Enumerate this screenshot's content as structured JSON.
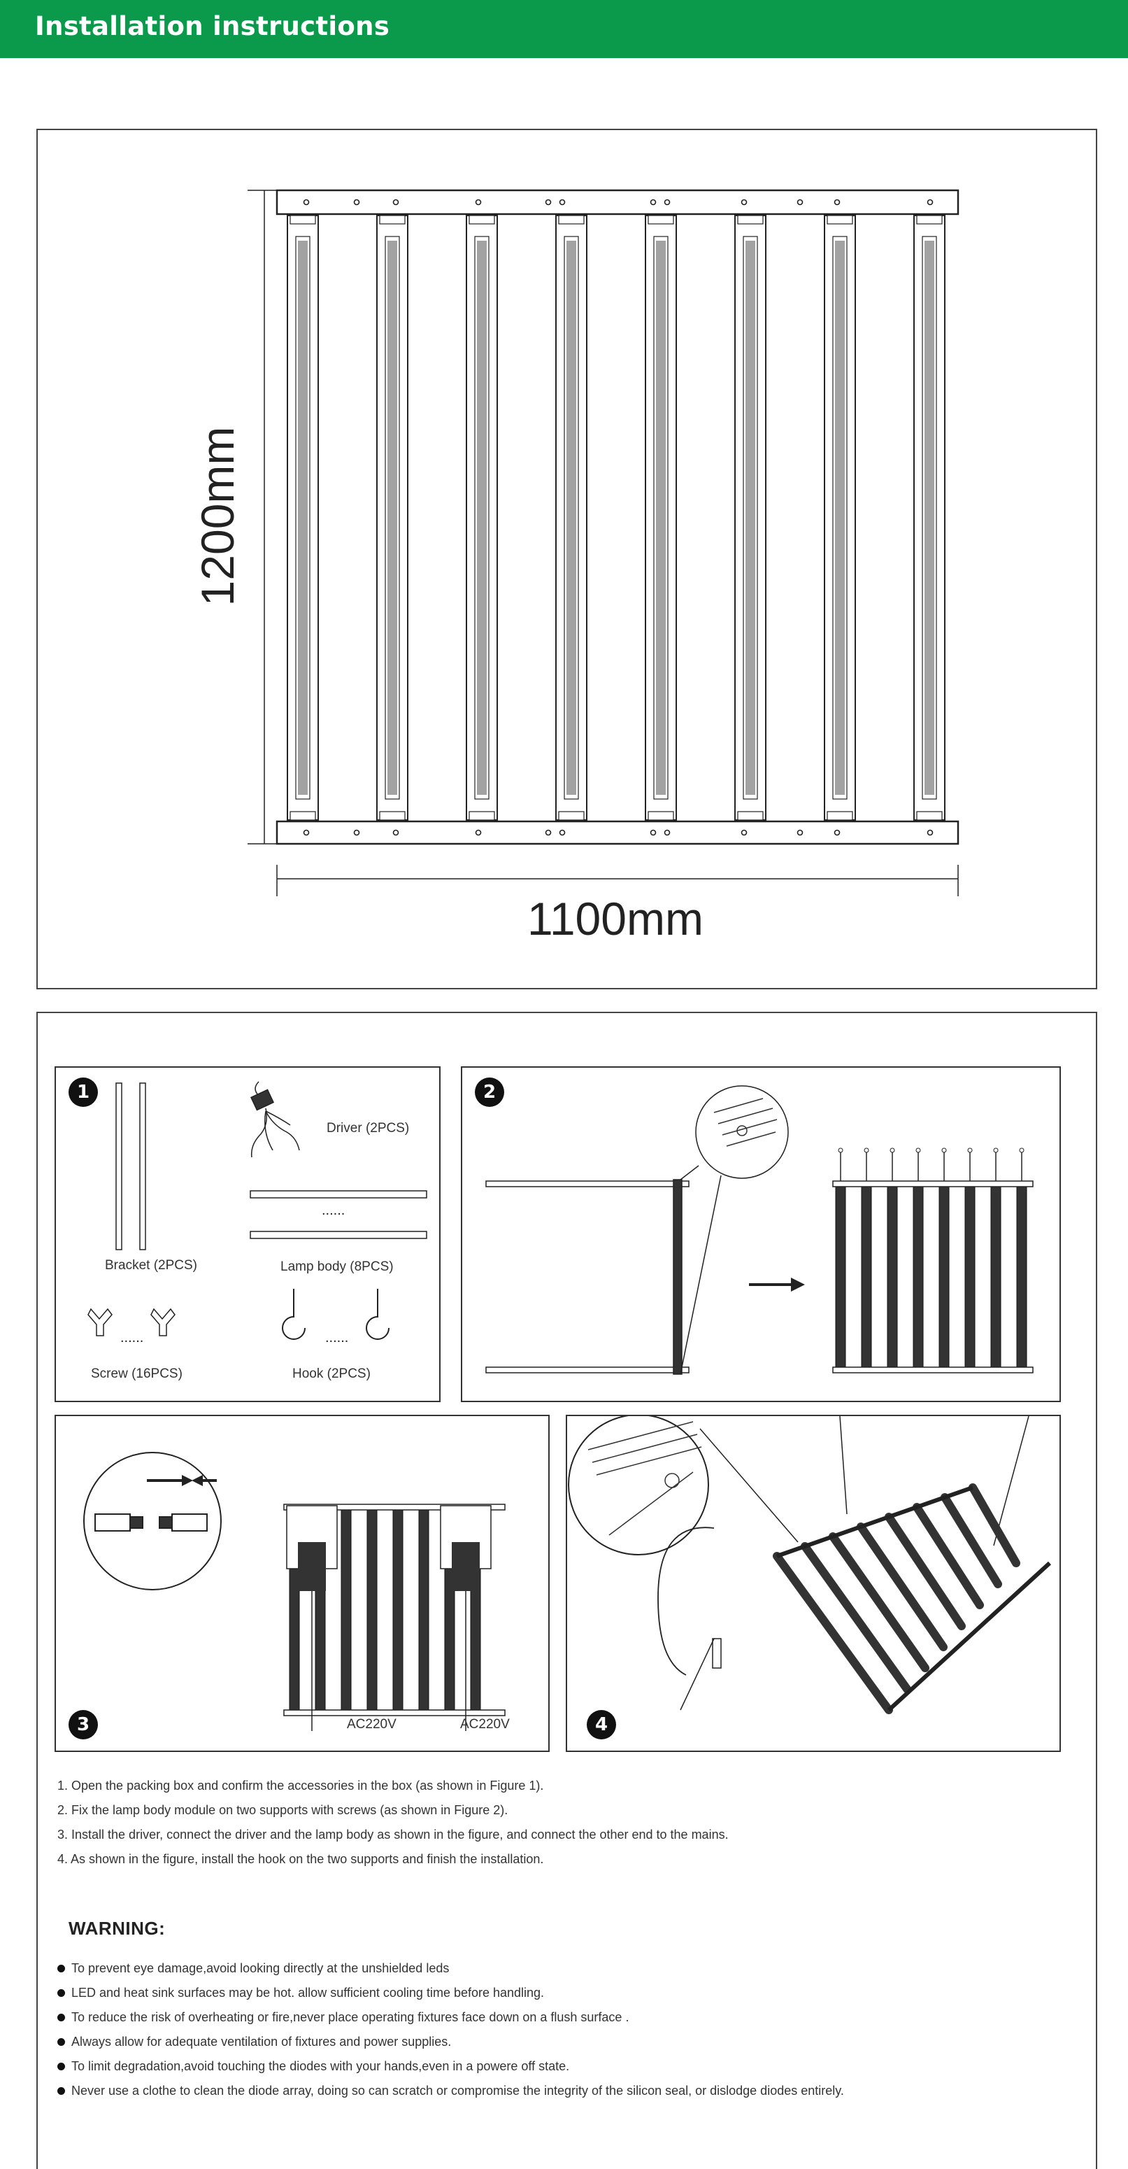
{
  "header": {
    "title": "Installation instructions"
  },
  "dimensions": {
    "height": "1200mm",
    "width": "1100mm"
  },
  "figure1": {
    "number": "1",
    "bracket": "Bracket (2PCS)",
    "driver": "Driver (2PCS)",
    "lamp_body": "Lamp body (8PCS)",
    "screw": "Screw (16PCS)",
    "hook": "Hook (2PCS)"
  },
  "figure2": {
    "number": "2"
  },
  "figure3": {
    "number": "3",
    "ac_left": "AC220V",
    "ac_right": "AC220V"
  },
  "figure4": {
    "number": "4"
  },
  "steps": [
    "1. Open the packing box and confirm the accessories in the box (as shown in Figure 1).",
    "2. Fix the lamp body module on two supports with screws (as shown in Figure 2).",
    "3. Install the driver, connect the driver and the lamp body as shown in the figure, and connect the other end to the mains.",
    "4. As shown in the figure, install the hook on the two supports and finish the installation."
  ],
  "warning": {
    "title": "WARNING:",
    "items": [
      "To prevent eye damage,avoid looking directly at the unshielded leds",
      "LED and heat sink surfaces may be hot. allow sufficient cooling time before handling.",
      "To reduce the risk of overheating or fire,never place operating fixtures face down on a flush surface .",
      "Always allow for adequate ventilation of fixtures and power supplies.",
      "To limit degradation,avoid touching the diodes with your hands,even in a powere off state.",
      " Never use a clothe to clean the diode array, doing so can scratch or compromise the integrity of the silicon seal, or dislodge diodes entirely."
    ]
  }
}
